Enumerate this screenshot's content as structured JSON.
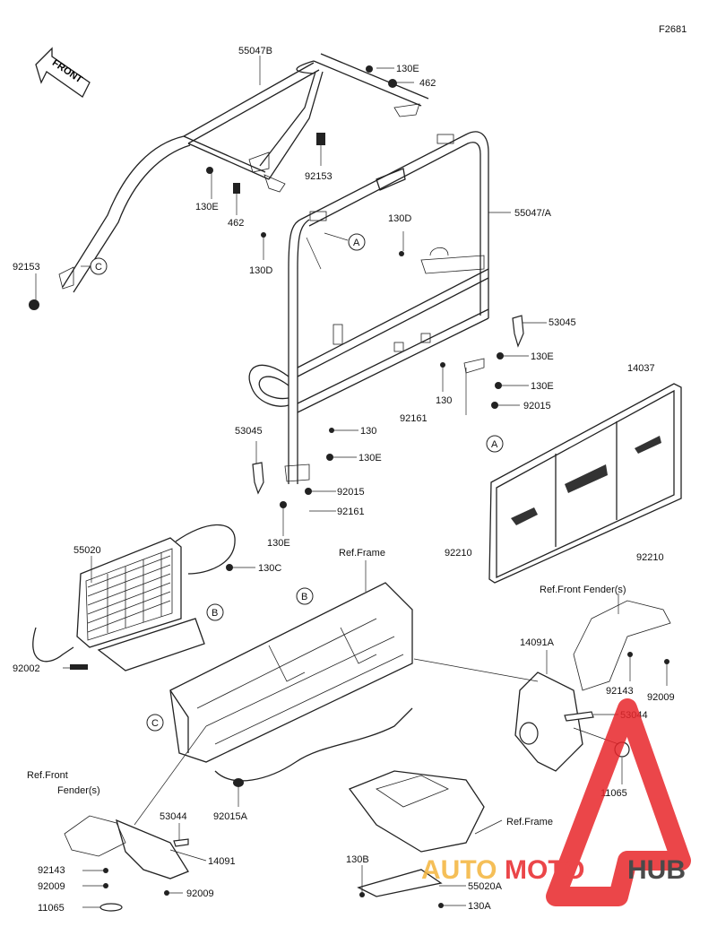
{
  "diagram": {
    "figure_code": "F2681",
    "front_arrow_label": "FRONT",
    "references": {
      "frame_top": "Ref.Frame",
      "frame_bottom": "Ref.Frame",
      "front_fender_right": "Ref.Front Fender(s)",
      "front_fender_left_line1": "Ref.Front",
      "front_fender_left_line2": "Fender(s)"
    },
    "part_labels": [
      {
        "key": "55047B",
        "text": "55047B"
      },
      {
        "key": "130E_a",
        "text": "130E"
      },
      {
        "key": "462_a",
        "text": "462"
      },
      {
        "key": "92153_a",
        "text": "92153"
      },
      {
        "key": "130E_b",
        "text": "130E"
      },
      {
        "key": "462_b",
        "text": "462"
      },
      {
        "key": "92153_b",
        "text": "92153"
      },
      {
        "key": "55047A",
        "text": "55047/A"
      },
      {
        "key": "130D_a",
        "text": "130D"
      },
      {
        "key": "130D_b",
        "text": "130D"
      },
      {
        "key": "53045_a",
        "text": "53045"
      },
      {
        "key": "130E_c",
        "text": "130E"
      },
      {
        "key": "130_a",
        "text": "130"
      },
      {
        "key": "130E_d",
        "text": "130E"
      },
      {
        "key": "92161_a",
        "text": "92161"
      },
      {
        "key": "92015_a",
        "text": "92015"
      },
      {
        "key": "14037",
        "text": "14037"
      },
      {
        "key": "53045_b",
        "text": "53045"
      },
      {
        "key": "130_b",
        "text": "130"
      },
      {
        "key": "130E_e",
        "text": "130E"
      },
      {
        "key": "92015_b",
        "text": "92015"
      },
      {
        "key": "92161_b",
        "text": "92161"
      },
      {
        "key": "130E_f",
        "text": "130E"
      },
      {
        "key": "92210_a",
        "text": "92210"
      },
      {
        "key": "92210_b",
        "text": "92210"
      },
      {
        "key": "55020",
        "text": "55020"
      },
      {
        "key": "130C",
        "text": "130C"
      },
      {
        "key": "92002",
        "text": "92002"
      },
      {
        "key": "14091A",
        "text": "14091A"
      },
      {
        "key": "92143_a",
        "text": "92143"
      },
      {
        "key": "92009_a",
        "text": "92009"
      },
      {
        "key": "53044_a",
        "text": "53044"
      },
      {
        "key": "11065_a",
        "text": "11065"
      },
      {
        "key": "92015A",
        "text": "92015A"
      },
      {
        "key": "53044_b",
        "text": "53044"
      },
      {
        "key": "92143_b",
        "text": "92143"
      },
      {
        "key": "92009_b",
        "text": "92009"
      },
      {
        "key": "14091",
        "text": "14091"
      },
      {
        "key": "92009_c",
        "text": "92009"
      },
      {
        "key": "11065_b",
        "text": "11065"
      },
      {
        "key": "130B",
        "text": "130B"
      },
      {
        "key": "55020A",
        "text": "55020A"
      },
      {
        "key": "130A",
        "text": "130A"
      }
    ],
    "callouts": {
      "A1": "A",
      "A2": "A",
      "B1": "B",
      "B2": "B",
      "C1": "C",
      "C2": "C"
    },
    "watermark": {
      "part1": "AUTO",
      "part2": "MOTO",
      "part3": "HUB",
      "color_primary": "#e8262a",
      "color_accent": "#f4b43c",
      "color_dark": "#2b2b2b"
    }
  }
}
